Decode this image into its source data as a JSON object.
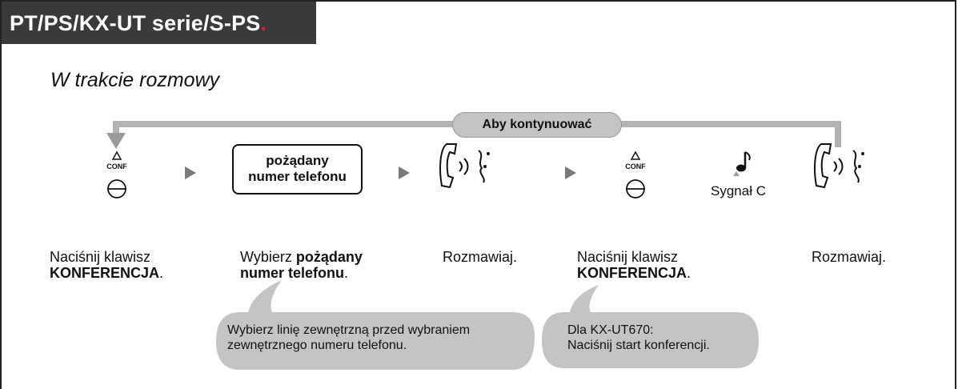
{
  "header": {
    "title": "PT/PS/KX-UT serie/S-PS",
    "dot": "."
  },
  "subtitle": "W trakcie rozmowy",
  "continue_label": "Aby kontynuować",
  "dial_box": {
    "line1": "pożądany",
    "line2": "numer telefonu"
  },
  "conf_key_label": "CONF",
  "tone_label": "Sygnał C",
  "steps": [
    {
      "line1": "Naciśnij klawisz",
      "line2_bold": "KONFERENCJA",
      "line2_rest": "."
    },
    {
      "line1_pre": "Wybierz ",
      "line1_bold": "pożądany",
      "line2_bold": "numer telefonu",
      "line2_rest": "."
    },
    {
      "line1": "Rozmawiaj."
    },
    {
      "line1": "Naciśnij klawisz",
      "line2_bold": "KONFERENCJA",
      "line2_rest": "."
    },
    {
      "line1": "Rozmawiaj."
    }
  ],
  "notes": [
    {
      "line1": "Wybierz linię zewnętrzną przed wybraniem",
      "line2": "zewnętrznego numeru telefonu."
    },
    {
      "line1": "Dla KX-UT670:",
      "line2": "Naciśnij start konferencji."
    }
  ],
  "colors": {
    "header_bg": "#3a3a3a",
    "gray": "#c4c4c4",
    "arrow": "#9a9a9a"
  }
}
